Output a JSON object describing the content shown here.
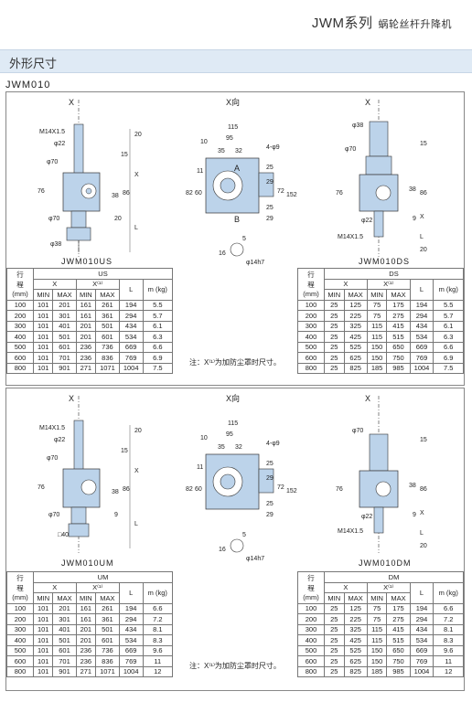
{
  "header": {
    "title_main": "JWM系列",
    "title_sub": "蜗轮丝杆升降机"
  },
  "section": {
    "title": "外形尺寸"
  },
  "model": "JWM010",
  "views": {
    "x_label": "X",
    "x_view_label": "X向"
  },
  "top_panel": {
    "left_caption": "JWM010US",
    "right_caption": "JWM010DS",
    "note": "注：X⁽¹⁾为加防尘罩时尺寸。",
    "left_table": {
      "group": "US",
      "stroke_header": [
        "行",
        "程",
        "(mm)"
      ],
      "sub": [
        "X",
        "X⁽¹⁾",
        "L",
        "m (kg)"
      ],
      "minmax": [
        "MIN",
        "MAX",
        "MIN",
        "MAX"
      ],
      "rows": [
        [
          "100",
          "101",
          "201",
          "161",
          "261",
          "194",
          "5.5"
        ],
        [
          "200",
          "101",
          "301",
          "161",
          "361",
          "294",
          "5.7"
        ],
        [
          "300",
          "101",
          "401",
          "201",
          "501",
          "434",
          "6.1"
        ],
        [
          "400",
          "101",
          "501",
          "201",
          "601",
          "534",
          "6.3"
        ],
        [
          "500",
          "101",
          "601",
          "236",
          "736",
          "669",
          "6.6"
        ],
        [
          "600",
          "101",
          "701",
          "236",
          "836",
          "769",
          "6.9"
        ],
        [
          "800",
          "101",
          "901",
          "271",
          "1071",
          "1004",
          "7.5"
        ]
      ]
    },
    "right_table": {
      "group": "DS",
      "stroke_header": [
        "行",
        "程",
        "(mm)"
      ],
      "sub": [
        "X",
        "X⁽¹⁾",
        "L",
        "m (kg)"
      ],
      "minmax": [
        "MIN",
        "MAX",
        "MIN",
        "MAX"
      ],
      "rows": [
        [
          "100",
          "25",
          "125",
          "75",
          "175",
          "194",
          "5.5"
        ],
        [
          "200",
          "25",
          "225",
          "75",
          "275",
          "294",
          "5.7"
        ],
        [
          "300",
          "25",
          "325",
          "115",
          "415",
          "434",
          "6.1"
        ],
        [
          "400",
          "25",
          "425",
          "115",
          "515",
          "534",
          "6.3"
        ],
        [
          "500",
          "25",
          "525",
          "150",
          "650",
          "669",
          "6.6"
        ],
        [
          "600",
          "25",
          "625",
          "150",
          "750",
          "769",
          "6.9"
        ],
        [
          "800",
          "25",
          "825",
          "185",
          "985",
          "1004",
          "7.5"
        ]
      ]
    }
  },
  "bottom_panel": {
    "left_caption": "JWM010UM",
    "right_caption": "JWM010DM",
    "note": "注：X⁽¹⁾为加防尘罩时尺寸。",
    "left_table": {
      "group": "UM",
      "stroke_header": [
        "行",
        "程",
        "(mm)"
      ],
      "sub": [
        "X",
        "X⁽¹⁾",
        "L",
        "m (kg)"
      ],
      "minmax": [
        "MIN",
        "MAX",
        "MIN",
        "MAX"
      ],
      "rows": [
        [
          "100",
          "101",
          "201",
          "161",
          "261",
          "194",
          "6.6"
        ],
        [
          "200",
          "101",
          "301",
          "161",
          "361",
          "294",
          "7.2"
        ],
        [
          "300",
          "101",
          "401",
          "201",
          "501",
          "434",
          "8.1"
        ],
        [
          "400",
          "101",
          "501",
          "201",
          "601",
          "534",
          "8.3"
        ],
        [
          "500",
          "101",
          "601",
          "236",
          "736",
          "669",
          "9.6"
        ],
        [
          "600",
          "101",
          "701",
          "236",
          "836",
          "769",
          "11"
        ],
        [
          "800",
          "101",
          "901",
          "271",
          "1071",
          "1004",
          "12"
        ]
      ]
    },
    "right_table": {
      "group": "DM",
      "stroke_header": [
        "行",
        "程",
        "(mm)"
      ],
      "sub": [
        "X",
        "X⁽¹⁾",
        "L",
        "m (kg)"
      ],
      "minmax": [
        "MIN",
        "MAX",
        "MIN",
        "MAX"
      ],
      "rows": [
        [
          "100",
          "25",
          "125",
          "75",
          "175",
          "194",
          "6.6"
        ],
        [
          "200",
          "25",
          "225",
          "75",
          "275",
          "294",
          "7.2"
        ],
        [
          "300",
          "25",
          "325",
          "115",
          "415",
          "434",
          "8.1"
        ],
        [
          "400",
          "25",
          "425",
          "115",
          "515",
          "534",
          "8.3"
        ],
        [
          "500",
          "25",
          "525",
          "150",
          "650",
          "669",
          "9.6"
        ],
        [
          "600",
          "25",
          "625",
          "150",
          "750",
          "769",
          "11"
        ],
        [
          "800",
          "25",
          "825",
          "185",
          "985",
          "1004",
          "12"
        ]
      ]
    }
  },
  "dims": {
    "m14": "M14X1.5",
    "d22": "φ22",
    "d70": "φ70",
    "d38": "φ38",
    "d40": "□40",
    "n76": "76",
    "n38": "38",
    "n86": "86",
    "n20": "20",
    "n15": "15",
    "n9": "9",
    "n115": "115",
    "n95": "95",
    "n10": "10",
    "n35": "35",
    "n32": "32",
    "hole": "4-φ9",
    "n11": "11",
    "n82": "82",
    "n60": "60",
    "n25": "25",
    "n29": "29",
    "n72": "72",
    "n152": "152",
    "n5": "5",
    "n16": "16",
    "shaft": "φ14h7",
    "A": "A",
    "B": "B",
    "L": "L"
  }
}
